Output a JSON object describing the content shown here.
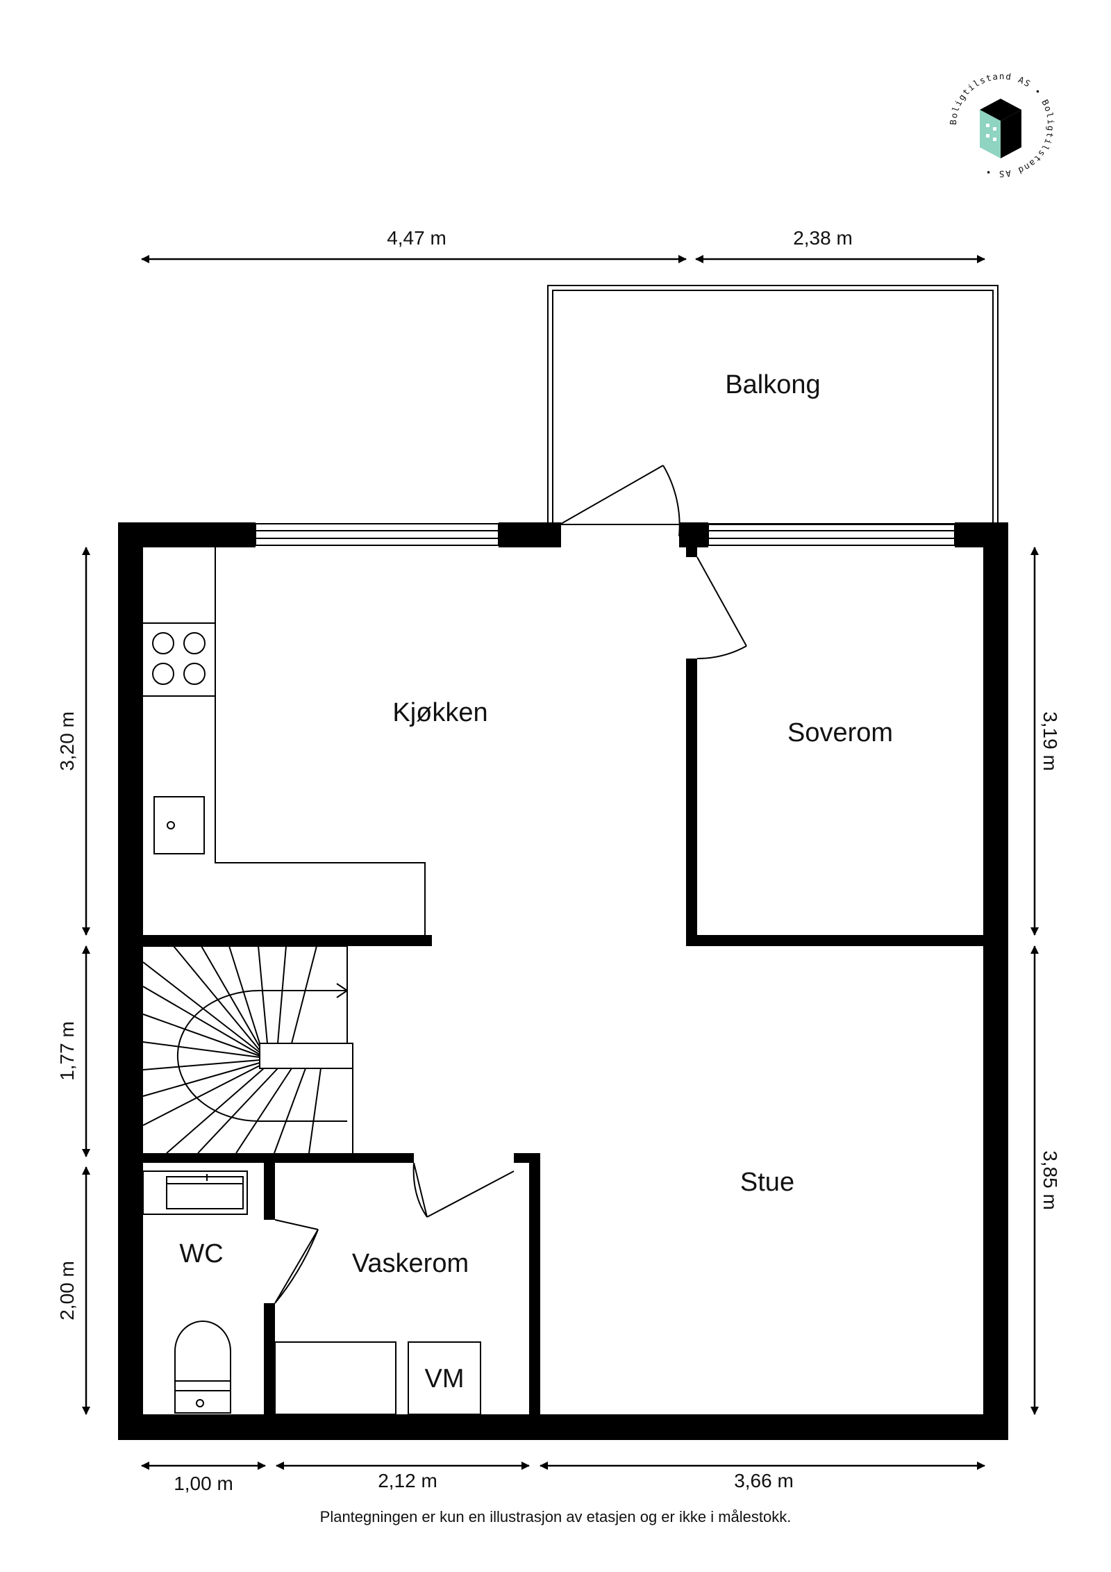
{
  "logo": {
    "ring_text": "Boligtilstand AS • Boligtilstand AS • "
  },
  "rooms": {
    "balcony": "Balkong",
    "kitchen": "Kjøkken",
    "bedroom": "Soverom",
    "living_room": "Stue",
    "wc": "WC",
    "laundry": "Vaskerom",
    "washing_machine": "VM"
  },
  "dimensions": {
    "top_left": "4,47 m",
    "top_right": "2,38 m",
    "left_top": "3,20 m",
    "left_middle": "1,77 m",
    "left_bottom": "2,00 m",
    "right_top": "3,19 m",
    "right_bottom": "3,85 m",
    "bottom_left": "1,00 m",
    "bottom_middle": "2,12 m",
    "bottom_right": "3,66 m"
  },
  "footer": {
    "note": "Plantegningen er kun en illustrasjon av etasjen og er ikke i målestokk."
  },
  "colors": {
    "wall": "#000000",
    "logo_accent": "#8fd3c1",
    "background": "#ffffff"
  }
}
